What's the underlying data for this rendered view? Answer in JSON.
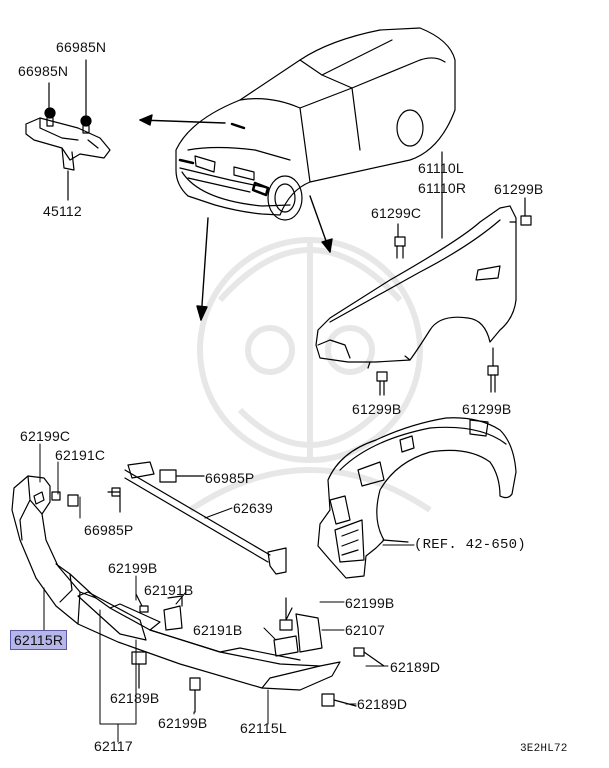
{
  "labels": {
    "l66985N_a": "66985N",
    "l66985N_b": "66985N",
    "l45112": "45112",
    "l61110L": "61110L",
    "l61110R": "61110R",
    "l61299B_top": "61299B",
    "l61299C": "61299C",
    "l61299B_l": "61299B",
    "l61299B_r": "61299B",
    "l62199C": "62199C",
    "l62191C": "62191C",
    "l66985P_a": "66985P",
    "l66985P_b": "66985P",
    "l62639": "62639",
    "l62115R": "62115R",
    "l62199B_a": "62199B",
    "l62191B_a": "62191B",
    "l62191B_b": "62191B",
    "l62199B_b": "62199B",
    "l62107": "62107",
    "l62189D_a": "62189D",
    "l62189B": "62189B",
    "l62199B_c": "62199B",
    "l62189D_b": "62189D",
    "l62115L": "62115L",
    "l62117": "62117",
    "ref": "(REF. 42-650)",
    "code": "3E2HL72"
  },
  "highlight": {
    "part": "62115R",
    "color": "#b7b6ea"
  }
}
